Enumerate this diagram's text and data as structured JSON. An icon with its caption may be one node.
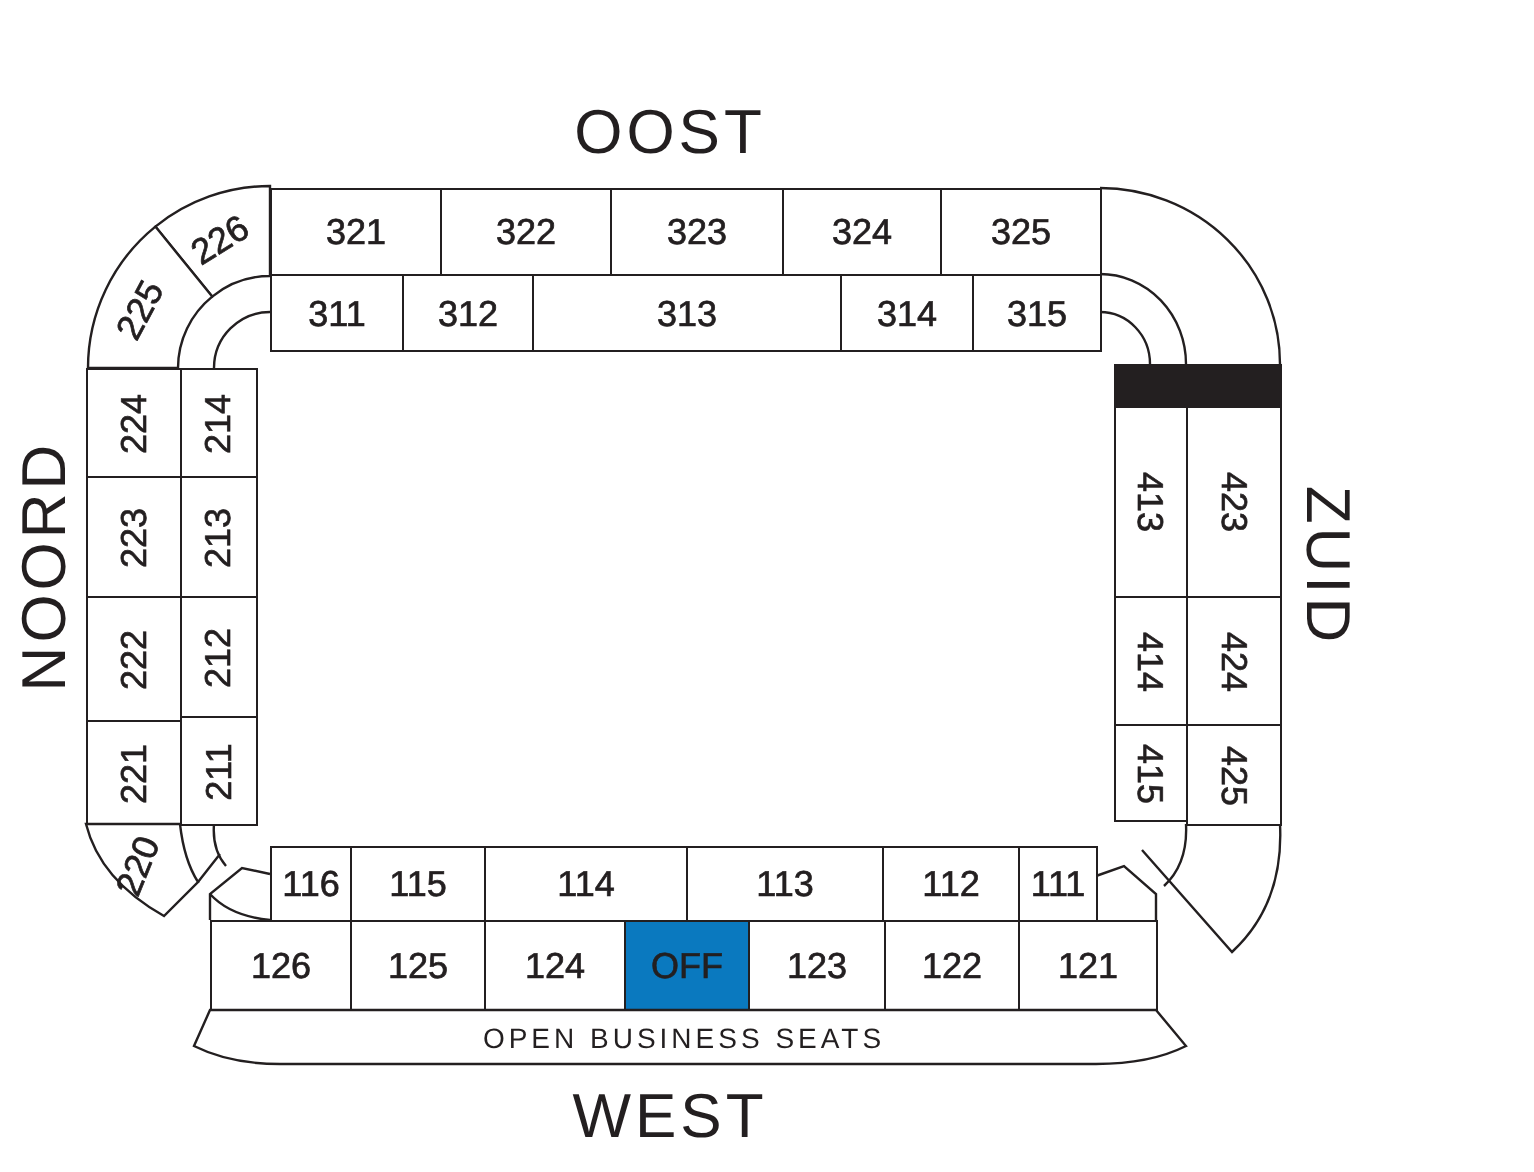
{
  "diagram": {
    "nodes": [
      {
        "text": [
          "226"
        ]
      },
      {
        "text": [
          "321"
        ]
      },
      {
        "text": [
          "322"
        ]
      },
      {
        "text": [
          "323"
        ]
      },
      {
        "text": [
          "324"
        ]
      },
      {
        "text": [
          "325"
        ]
      },
      {
        "text": [
          "225"
        ]
      },
      {
        "text": [
          "311"
        ]
      },
      {
        "text": [
          "312"
        ]
      },
      {
        "text": [
          "313"
        ]
      },
      {
        "text": [
          "314"
        ]
      },
      {
        "text": [
          "315"
        ]
      },
      {
        "text": [],
        "shape": "bar"
      },
      {
        "text": [
          "224"
        ]
      },
      {
        "text": [
          "214"
        ]
      },
      {
        "text": [
          "413"
        ]
      },
      {
        "text": [
          "423"
        ]
      },
      {
        "text": [
          "223"
        ]
      },
      {
        "text": [
          "213"
        ]
      },
      {
        "text": [
          "222"
        ]
      },
      {
        "text": [
          "212"
        ]
      },
      {
        "text": [
          "414"
        ]
      },
      {
        "text": [
          "424"
        ]
      },
      {
        "text": [
          "221"
        ]
      },
      {
        "text": [
          "211"
        ]
      },
      {
        "text": [
          "415"
        ]
      },
      {
        "text": [
          "425"
        ]
      },
      {
        "text": [
          "220"
        ]
      },
      {
        "text": [
          "116"
        ]
      },
      {
        "text": [
          "115"
        ]
      },
      {
        "text": [
          "114"
        ]
      },
      {
        "text": [
          "113"
        ]
      },
      {
        "text": [
          "112"
        ]
      },
      {
        "text": [
          "111"
        ]
      },
      {
        "text": [
          "126"
        ]
      },
      {
        "text": [
          "125"
        ]
      },
      {
        "text": [
          "124"
        ]
      },
      {
        "text": [
          "OFF"
        ]
      },
      {
        "text": [
          "123"
        ]
      },
      {
        "text": [
          "122"
        ]
      },
      {
        "text": [
          "121"
        ]
      },
      {
        "text": [
          "OPEN BUSINESS SEATS"
        ]
      }
    ],
    "labels": [
      "OOST",
      "NOORD",
      "ZUID",
      "WEST"
    ]
  }
}
